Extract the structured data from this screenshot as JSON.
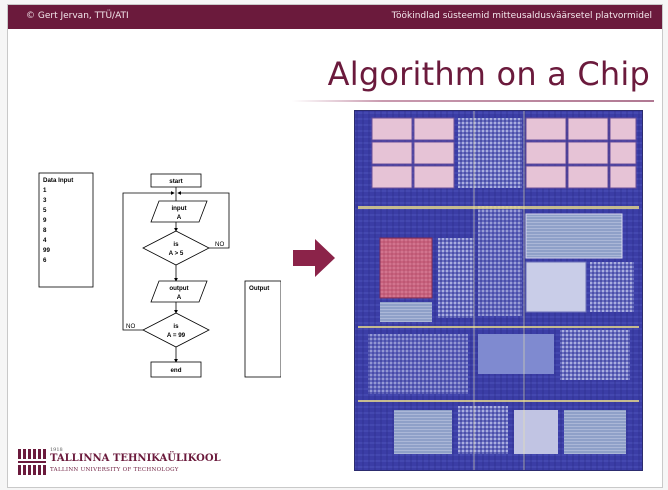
{
  "header": {
    "author": "© Gert Jervan, TTÜ/ATI",
    "course": "Töökindlad süsteemid mitteusaldusväärsetel platvormidel"
  },
  "title": "Algorithm on a Chip",
  "flowchart": {
    "data_input": {
      "heading": "Data Input",
      "values": [
        "1",
        "3",
        "5",
        "9",
        "8",
        "4",
        "99",
        "6"
      ]
    },
    "nodes": {
      "start": "start",
      "input_line1": "input",
      "input_line2": "A",
      "decision1_line1": "is",
      "decision1_line2": "A > 5",
      "decision1_no": "NO",
      "output_line1": "output",
      "output_line2": "A",
      "decision2_line1": "is",
      "decision2_line2": "A = 99",
      "decision2_no": "NO",
      "end": "end"
    },
    "output_box": {
      "heading": "Output"
    }
  },
  "logo": {
    "year": "1918",
    "name": "TALLINNA TEHNIKAÜLIKOOL",
    "name_en": "TALLINN UNIVERSITY OF TECHNOLOGY"
  },
  "colors": {
    "brand": "#6b1a3c",
    "arrow": "#8b2349",
    "chip_base": "#3d3fa8"
  }
}
